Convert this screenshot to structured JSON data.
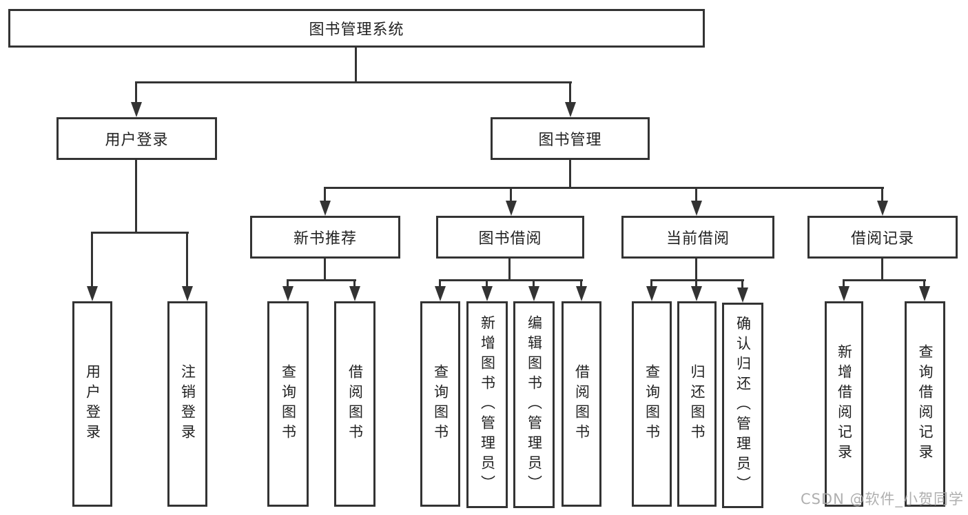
{
  "tree": {
    "root": {
      "label": "图书管理系统"
    },
    "branches": [
      {
        "label": "用户登录",
        "children": [
          {
            "label": "用户登录"
          },
          {
            "label": "注销登录"
          }
        ]
      },
      {
        "label": "图书管理",
        "children": [
          {
            "label": "新书推荐",
            "children": [
              {
                "label": "查询图书"
              },
              {
                "label": "借阅图书"
              }
            ]
          },
          {
            "label": "图书借阅",
            "children": [
              {
                "label": "查询图书"
              },
              {
                "label": "新增图书（管理员）"
              },
              {
                "label": "编辑图书（管理员）"
              },
              {
                "label": "借阅图书"
              }
            ]
          },
          {
            "label": "当前借阅",
            "children": [
              {
                "label": "查询图书"
              },
              {
                "label": "归还图书"
              },
              {
                "label": "确认归还（管理员）"
              }
            ]
          },
          {
            "label": "借阅记录",
            "children": [
              {
                "label": "新增借阅记录"
              },
              {
                "label": "查询借阅记录"
              }
            ]
          }
        ]
      }
    ]
  },
  "watermark": "CSDN @软件_小贺同学",
  "colors": {
    "line": "#333333",
    "box_background": "#ffffff",
    "text": "#222222",
    "watermark": "#a8a8a8"
  }
}
